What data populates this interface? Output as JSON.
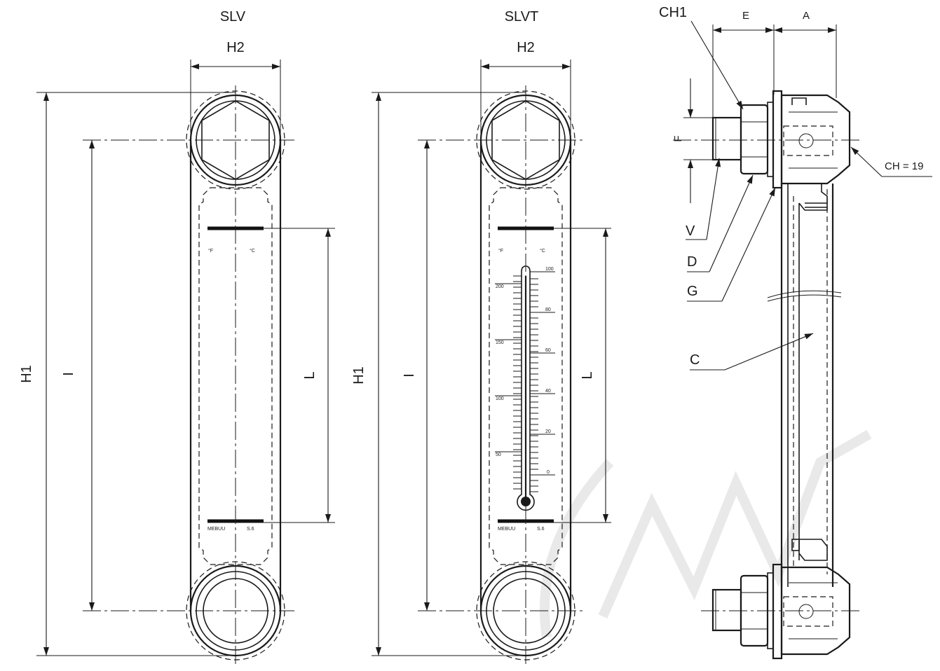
{
  "views": {
    "slv": {
      "title": "SLV",
      "h2": "H2",
      "h1": "H1",
      "i": "I",
      "l": "L",
      "temp_f": "°F",
      "temp_c": "°C",
      "mark_left": "MEBUU",
      "mark_right": "S.6"
    },
    "slvt": {
      "title": "SLVT",
      "h2": "H2",
      "h1": "H1",
      "i": "I",
      "l": "L",
      "temp_f": "°F",
      "temp_c": "°C",
      "mark_left": "MEBUU",
      "mark_right": "S.6",
      "scale_f": [
        "200",
        "150",
        "100",
        "50"
      ],
      "scale_c": [
        "100",
        "80",
        "60",
        "40",
        "20",
        "0"
      ]
    },
    "side": {
      "ch1": "CH1",
      "e": "E",
      "a": "A",
      "f": "F",
      "ch": "CH = 19",
      "v": "V",
      "d": "D",
      "g": "G",
      "c": "C"
    }
  },
  "colors": {
    "line": "#1a1a1a",
    "watermark": "#e9e9e9",
    "background": "#ffffff"
  }
}
